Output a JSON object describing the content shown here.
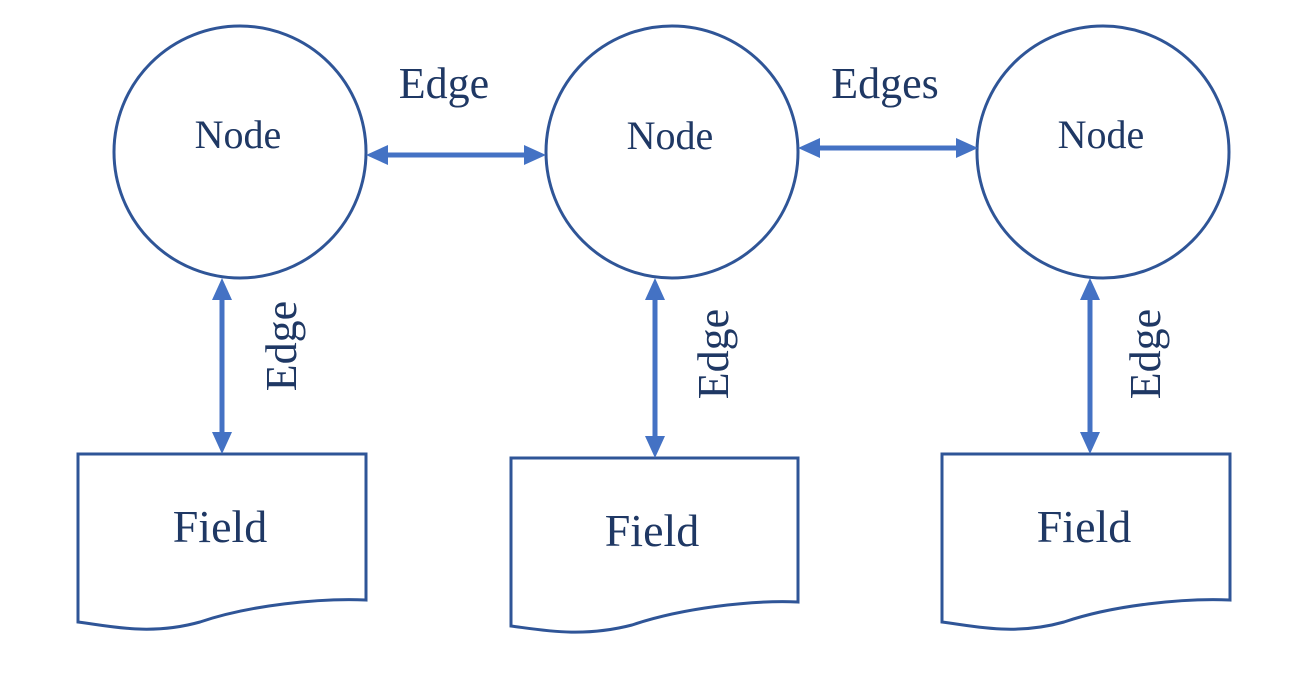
{
  "colors": {
    "shape_stroke": "#2f5597",
    "arrow": "#4472c4",
    "text": "#1f3864",
    "background": "#ffffff"
  },
  "nodes": [
    {
      "label": "Node"
    },
    {
      "label": "Node"
    },
    {
      "label": "Node"
    }
  ],
  "fields": [
    {
      "label": "Field"
    },
    {
      "label": "Field"
    },
    {
      "label": "Field"
    }
  ],
  "edges": {
    "horizontal": [
      {
        "label": "Edge"
      },
      {
        "label": "Edges"
      }
    ],
    "vertical": [
      {
        "label": "Edge"
      },
      {
        "label": "Edge"
      },
      {
        "label": "Edge"
      }
    ]
  }
}
